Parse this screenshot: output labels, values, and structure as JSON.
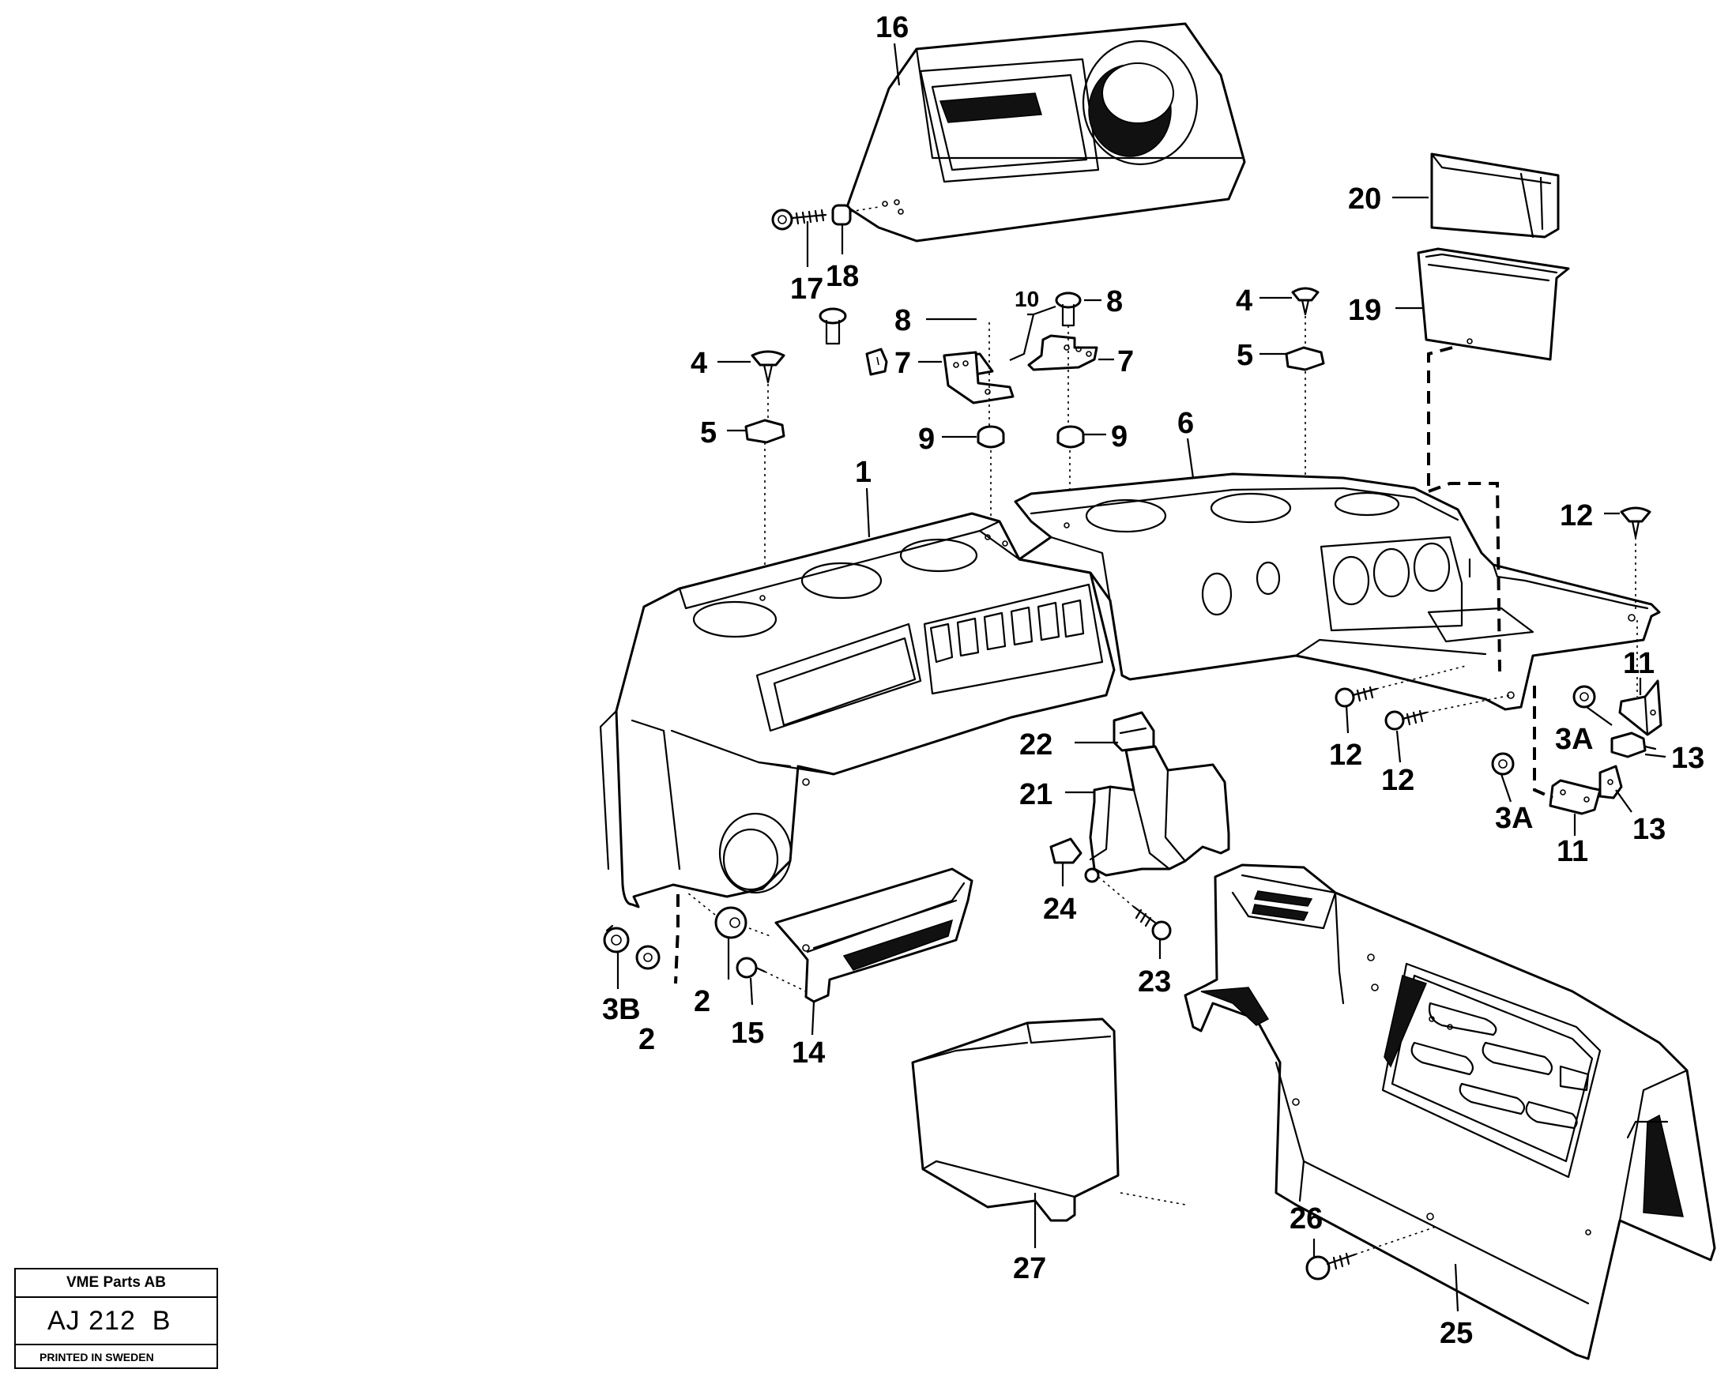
{
  "title_block": {
    "company": "VME Parts AB",
    "drawing_number": "AJ 212  B",
    "printed": "PRINTED IN SWEDEN"
  },
  "callouts": [
    {
      "id": "c16",
      "label": "16"
    },
    {
      "id": "c17",
      "label": "17"
    },
    {
      "id": "c18",
      "label": "18"
    },
    {
      "id": "c20",
      "label": "20"
    },
    {
      "id": "c19",
      "label": "19"
    },
    {
      "id": "c8a",
      "label": "8"
    },
    {
      "id": "c10",
      "label": "10"
    },
    {
      "id": "c8b",
      "label": "8"
    },
    {
      "id": "c4a",
      "label": "4"
    },
    {
      "id": "c4b",
      "label": "4"
    },
    {
      "id": "c7a",
      "label": "7"
    },
    {
      "id": "c7b",
      "label": "7"
    },
    {
      "id": "c5a",
      "label": "5"
    },
    {
      "id": "c5b",
      "label": "5"
    },
    {
      "id": "c9a",
      "label": "9"
    },
    {
      "id": "c9b",
      "label": "9"
    },
    {
      "id": "c6",
      "label": "6"
    },
    {
      "id": "c1",
      "label": "1"
    },
    {
      "id": "c12a",
      "label": "12"
    },
    {
      "id": "c11a",
      "label": "11"
    },
    {
      "id": "c22",
      "label": "22"
    },
    {
      "id": "c12b",
      "label": "12"
    },
    {
      "id": "c12c",
      "label": "12"
    },
    {
      "id": "c3a1",
      "label": "3A"
    },
    {
      "id": "c13a",
      "label": "13"
    },
    {
      "id": "c21",
      "label": "21"
    },
    {
      "id": "c3a2",
      "label": "3A"
    },
    {
      "id": "c13b",
      "label": "13"
    },
    {
      "id": "c11b",
      "label": "11"
    },
    {
      "id": "c24",
      "label": "24"
    },
    {
      "id": "c23",
      "label": "23"
    },
    {
      "id": "c3b",
      "label": "3B"
    },
    {
      "id": "c2a",
      "label": "2"
    },
    {
      "id": "c2b",
      "label": "2"
    },
    {
      "id": "c15",
      "label": "15"
    },
    {
      "id": "c14",
      "label": "14"
    },
    {
      "id": "c26",
      "label": "26"
    },
    {
      "id": "c27",
      "label": "27"
    },
    {
      "id": "c25",
      "label": "25"
    }
  ]
}
